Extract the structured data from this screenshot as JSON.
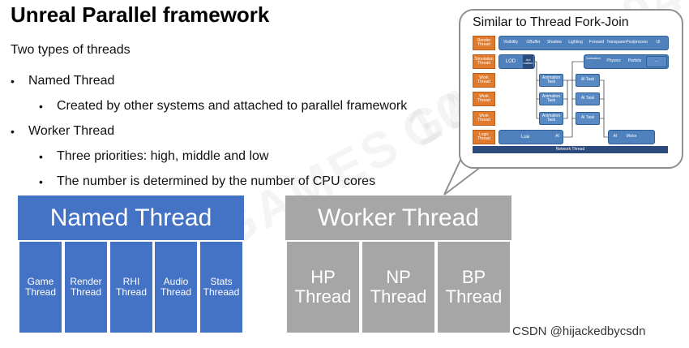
{
  "title": "Unreal Parallel framework",
  "subtitle": "Two types of threads",
  "bullets": {
    "named": "Named Thread",
    "named_sub": "Created by other systems and attached to parallel framework",
    "worker": "Worker Thread",
    "worker_sub1": "Three priorities: high, middle and low",
    "worker_sub2": "The number is determined by the number of CPU cores"
  },
  "bullet_char": "•",
  "callout": {
    "title": "Similar to Thread Fork-Join",
    "thread_labels": [
      "Render Thread",
      "Simulation Thread",
      "Work Thread",
      "Work Thread",
      "Work Thread",
      "Logic Thread"
    ],
    "render_stages": [
      "Visibility",
      "GBuffer",
      "Shadow",
      "Lighting",
      "Forward",
      "Transparent",
      "Postprocess",
      "UI"
    ],
    "sim_lod": "LOD",
    "sim_small": "Ani\nmation",
    "sim_anim": "Animation",
    "sim_physics": "Physics",
    "sim_particle": "Particle",
    "sim_more": "...",
    "work_anim_task": "Animation Task",
    "work_ai_task": "AI Task",
    "logic_lua": "Lua",
    "logic_ai1": "AI",
    "logic_ai2": "AI",
    "logic_motor": "Motor",
    "network": "Network Thread"
  },
  "named_thread": {
    "header": "Named Thread",
    "cells": [
      "Game Thread",
      "Render Thread",
      "RHI Thread",
      "Audio Thread",
      "Stats Threaad"
    ]
  },
  "worker_thread": {
    "header": "Worker Thread",
    "cells": [
      "HP Thread",
      "NP Thread",
      "BP Thread"
    ]
  },
  "credit": "CSDN @hijackedbycsdn",
  "colors": {
    "blue": "#4472c4",
    "gray": "#a6a6a6",
    "orange": "#e07b2e"
  }
}
